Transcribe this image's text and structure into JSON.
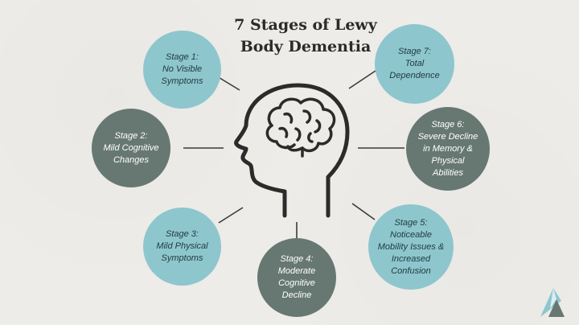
{
  "title": {
    "line1": "7 Stages of Lewy",
    "line2": "Body Dementia"
  },
  "colors": {
    "light_circle": "#8ec6ce",
    "dark_circle": "#677873",
    "line": "#3a3a3a",
    "title": "#2b2b2b"
  },
  "icons": {
    "center": "head-with-brain-icon",
    "logo": "brand-logo-icon"
  },
  "stages": [
    {
      "heading": "Stage 1:",
      "lines": [
        "No Visible",
        "Symptoms"
      ]
    },
    {
      "heading": "Stage 2:",
      "lines": [
        "Mild Cognitive",
        "Changes"
      ]
    },
    {
      "heading": "Stage 3:",
      "lines": [
        "Mild Physical",
        "Symptoms"
      ]
    },
    {
      "heading": "Stage 4:",
      "lines": [
        "Moderate",
        "Cognitive",
        "Decline"
      ]
    },
    {
      "heading": "Stage 5:",
      "lines": [
        "Noticeable",
        "Mobility Issues &",
        "Increased",
        "Confusion"
      ]
    },
    {
      "heading": "Stage 6:",
      "lines": [
        "Severe Decline",
        "in Memory &",
        "Physical",
        "Abilities"
      ]
    },
    {
      "heading": "Stage 7:",
      "lines": [
        "Total",
        "Dependence"
      ]
    }
  ]
}
